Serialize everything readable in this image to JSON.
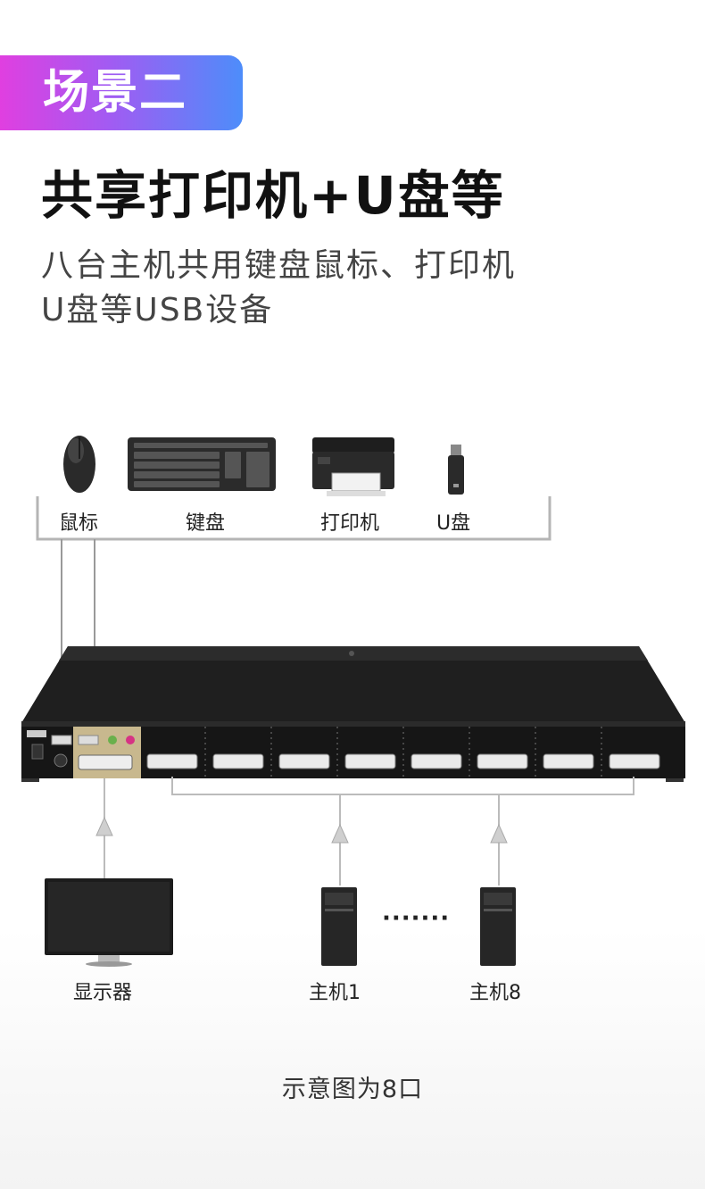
{
  "scene_badge": "场景二",
  "title": "共享打印机+U盘等",
  "subtitle": [
    "八台主机共用键盘鼠标、打印机",
    "U盘等USB设备"
  ],
  "peripherals": [
    {
      "label": "鼠标",
      "icon": "mouse-icon"
    },
    {
      "label": "键盘",
      "icon": "keyboard-icon"
    },
    {
      "label": "打印机",
      "icon": "printer-icon"
    },
    {
      "label": "U盘",
      "icon": "usb-drive-icon"
    }
  ],
  "devices": {
    "monitor": "显示器",
    "host1": "主机1",
    "host8": "主机8",
    "ellipsis": "·······"
  },
  "note": "示意图为8口",
  "colors": {
    "badge_start": "#e03fe0",
    "badge_end": "#4d8dfa",
    "panel": "#c8b88e",
    "chassis": "#222222"
  }
}
